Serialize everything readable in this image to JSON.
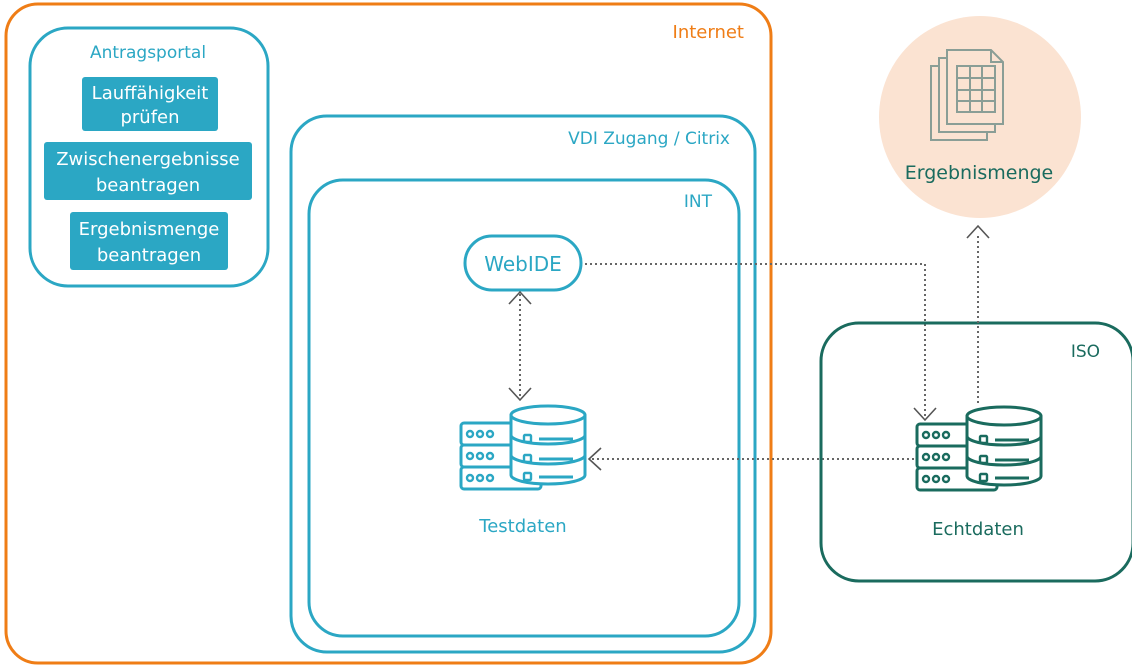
{
  "internet": {
    "title": "Internet",
    "color": "#ef7d16"
  },
  "antragsportal": {
    "title": "Antragsportal",
    "color": "#2ba7c4",
    "buttons": [
      {
        "line1": "Lauffähigkeit",
        "line2": "prüfen"
      },
      {
        "line1": "Zwischenergebnisse",
        "line2": "beantragen"
      },
      {
        "line1": "Ergebnismenge",
        "line2": "beantragen"
      }
    ]
  },
  "vdi": {
    "title": "VDI Zugang / Citrix"
  },
  "int": {
    "title": "INT"
  },
  "webide": {
    "label": "WebIDE"
  },
  "testdaten": {
    "label": "Testdaten",
    "icon": "database-server-icon"
  },
  "iso": {
    "title": "ISO",
    "color": "#1a6b5e"
  },
  "echtdaten": {
    "label": "Echtdaten",
    "icon": "database-server-icon"
  },
  "ergebnismenge": {
    "label": "Ergebnismenge",
    "icon": "spreadsheet-documents-icon",
    "bg_color": "#fbe3d2"
  }
}
